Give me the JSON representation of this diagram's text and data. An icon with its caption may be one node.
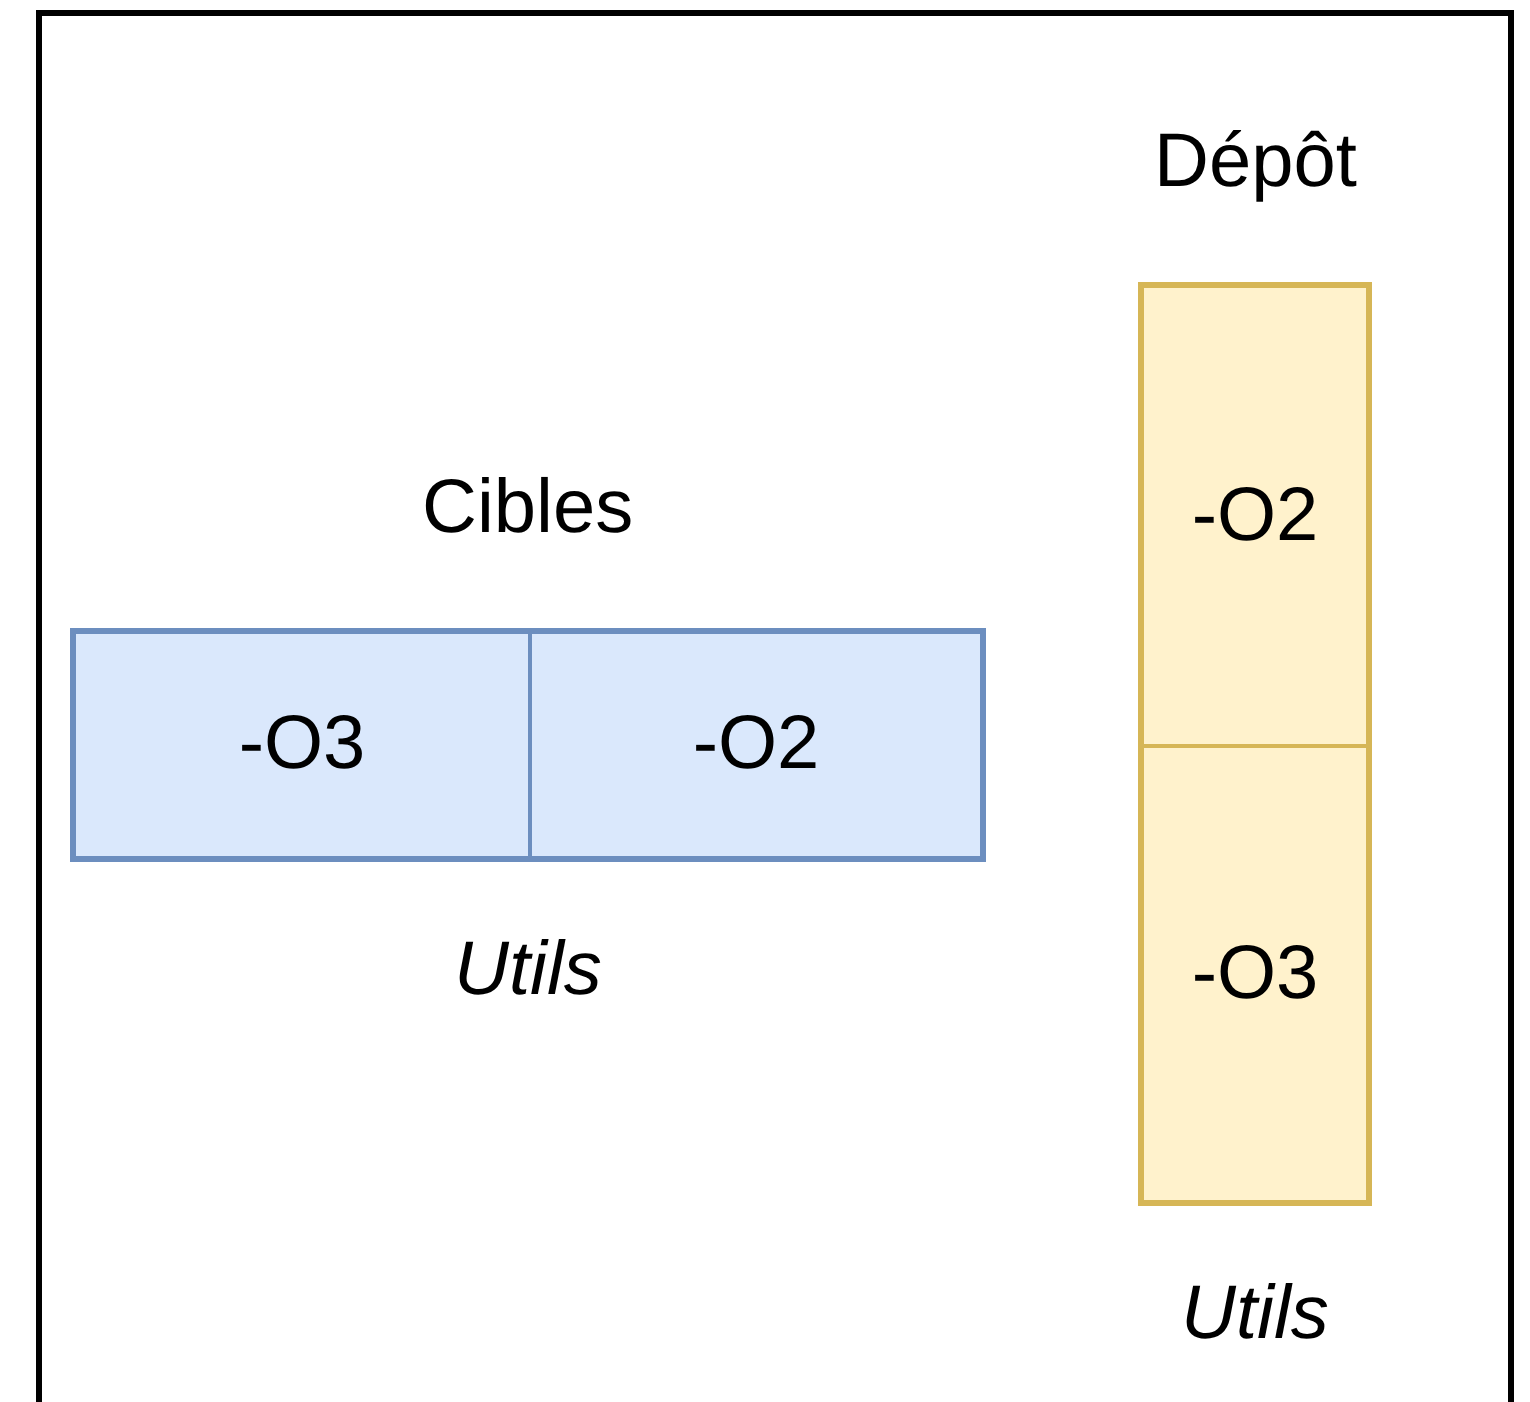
{
  "diagram": {
    "nodes": [
      {
        "text": [],
        "shape": "box"
      },
      {
        "text": [
          "Cibles"
        ],
        "beside": [
          "Utils"
        ],
        "in": 0
      },
      {
        "text": [
          "-O3"
        ],
        "in": 1
      },
      {
        "text": [
          "-O2"
        ],
        "in": 1
      },
      {
        "text": [
          "Dépôt"
        ],
        "beside": [
          "Utils"
        ],
        "in": 0
      },
      {
        "text": [
          "-O2"
        ],
        "in": 4
      },
      {
        "text": [
          "-O3"
        ],
        "in": 4
      }
    ]
  }
}
